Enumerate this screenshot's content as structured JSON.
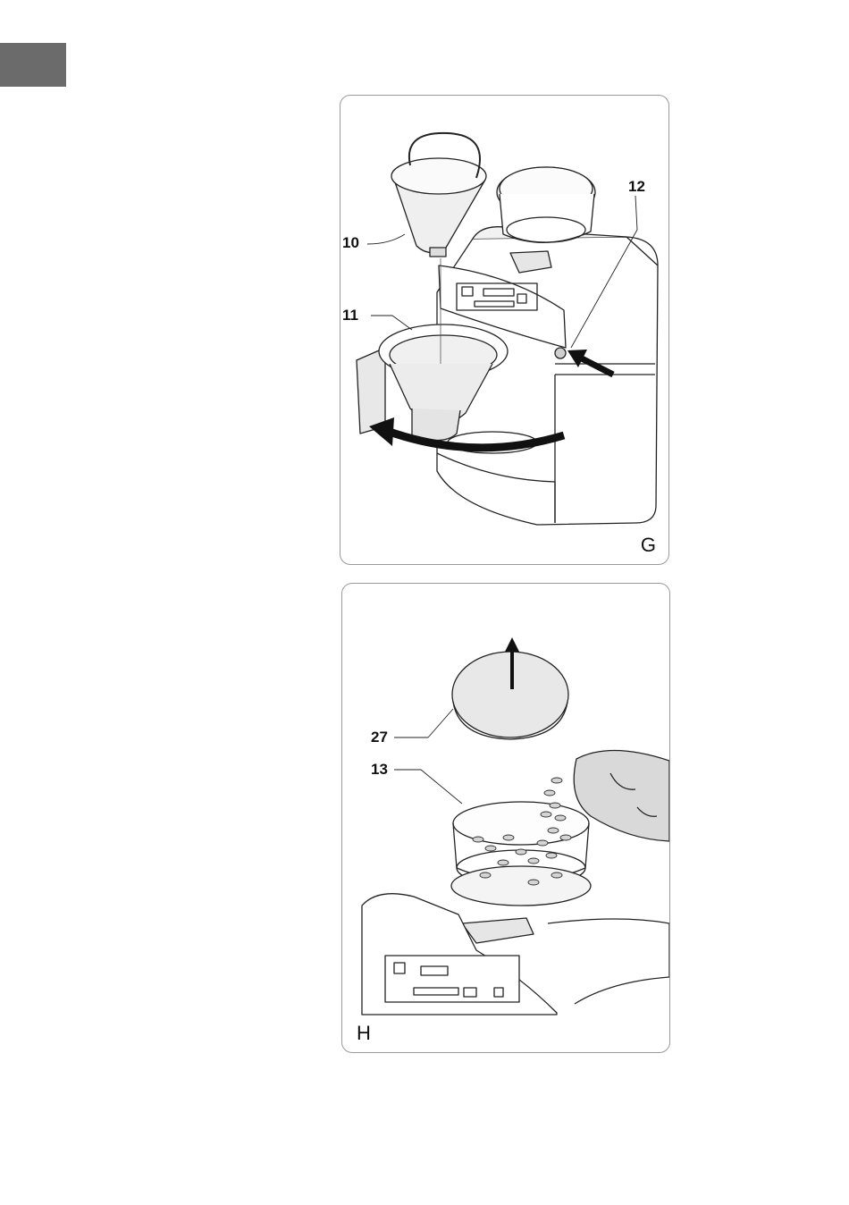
{
  "sidebar_tab": {
    "color": "#6b6b6b"
  },
  "figure_g": {
    "letter": "G",
    "callouts": {
      "c10": "10",
      "c11": "11",
      "c12": "12"
    }
  },
  "figure_h": {
    "letter": "H",
    "callouts": {
      "c27": "27",
      "c13": "13"
    }
  }
}
